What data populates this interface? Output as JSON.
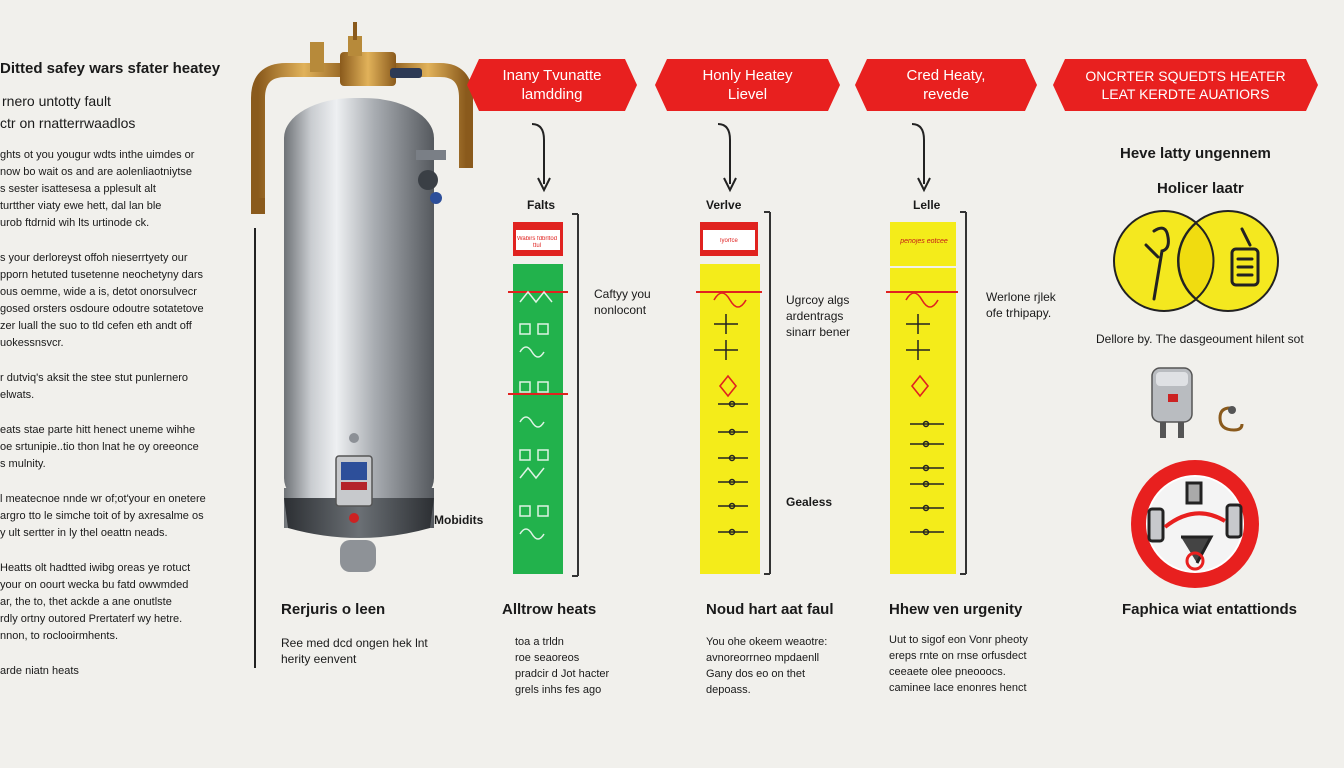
{
  "left": {
    "title": "Ditted safey wars sfater heatey",
    "subtitle_1": "rnero untotty fault",
    "subtitle_2": "ctr on rnatterrwaadlos",
    "paragraphs": [
      [
        "ghts ot you yougur wdts inthe uimdes or",
        "now bo wait os and are aolenliaotniytse",
        "s sester isattesesa a pplesult alt",
        "turtther viaty ewe hett, dal lan ble",
        "urob ftdrnid wih lts urtinode ck."
      ],
      [
        "s your derloreyst offoh nieserrtyety our",
        "pporn hetuted tusetenne neochetyny dars",
        "ous oemme, wide a is, detot onorsulvecr",
        "gosed orsters osdoure odoutre sotatetove",
        "zer luall the suo to tld cefen eth andt off",
        "uokessnsvcr."
      ],
      [
        "r dutviq's aksit the stee stut punlernero",
        "elwats."
      ],
      [
        "eats stae parte hitt henect uneme wihhe",
        "oe srtunipie..tio thon lnat he oy oreeonce",
        "s mulnity."
      ],
      [
        "l meatecnoe nnde wr of;ot'your en onetere",
        "argro tto le simche toit of by axresalme os",
        "y ult sertter in ly thel oeattn neads."
      ],
      [
        "Heatts olt hadtted iwibg oreas ye rotuct",
        "your on oourt wecka bu fatd owwmded",
        "ar, the to, thet ackde a ane onutlste",
        "rdly ortny outored Prertaterf wy hetre.",
        "nnon, to roclooirmhents."
      ],
      [
        "arde niatn heats"
      ]
    ]
  },
  "heater": {
    "label": "Mobidits",
    "requirement_title": "Rerjuris o leen",
    "requirement_body": [
      "Ree med dcd ongen hek lnt",
      "herity eenvent"
    ]
  },
  "banners": [
    {
      "line1": "Inany Tvunatte",
      "line2": "lamdding",
      "color": "#e8201f"
    },
    {
      "line1": "Honly Heatey",
      "line2": "Lievel",
      "color": "#e8201f"
    },
    {
      "line1": "Cred Heaty,",
      "line2": "revede",
      "color": "#e8201f"
    },
    {
      "line1": "ONCRTER SQUEDTS HEATER",
      "line2": "LEAT KERDTE AUATIORS",
      "color": "#e8201f"
    }
  ],
  "gauges": [
    {
      "header": "Falts",
      "top_label": "Wabirs fdbrltod ttul",
      "fill": "#22b24c",
      "side_note": [
        "Caftyy you",
        "nonlocont"
      ],
      "column_title": "Alltrow heats",
      "column_body": [
        "toa a trldn",
        "roe seaoreos",
        "pradcir d Jot hacter",
        "grels inhs fes ago"
      ]
    },
    {
      "header": "Verlve",
      "top_label": "lyorfce",
      "fill": "#f4ec1a",
      "side_note": [
        "Ugrcoy algs",
        "ardentrags",
        "sinarr bener"
      ],
      "side_note_2": "Gealess",
      "column_title": "Noud hart aat faul",
      "column_body": [
        "You ohe okeem weaotre:",
        "avnoreorrneo mpdaenll",
        "Gany dos eo on thet",
        "depoass."
      ]
    },
    {
      "header": "Lelle",
      "top_label": "penojes eotcee",
      "fill": "#f4ec1a",
      "side_note": [
        "Werlone rjlek",
        "ofe trhipapy."
      ],
      "column_title": "Hhew ven urgenity",
      "column_body": [
        "Uut to sigof eon Vonr pheoty",
        "ereps rnte on rnse orfusdect",
        "ceeaete olee pneooocs.",
        "caminee lace enonres henct"
      ]
    }
  ],
  "right": {
    "heading": "Heve latty ungennem",
    "subheading": "Holicer laatr",
    "caption": "Dellore by. The dasgeoument hilent sot",
    "column_title": "Faphica wiat entattionds"
  }
}
